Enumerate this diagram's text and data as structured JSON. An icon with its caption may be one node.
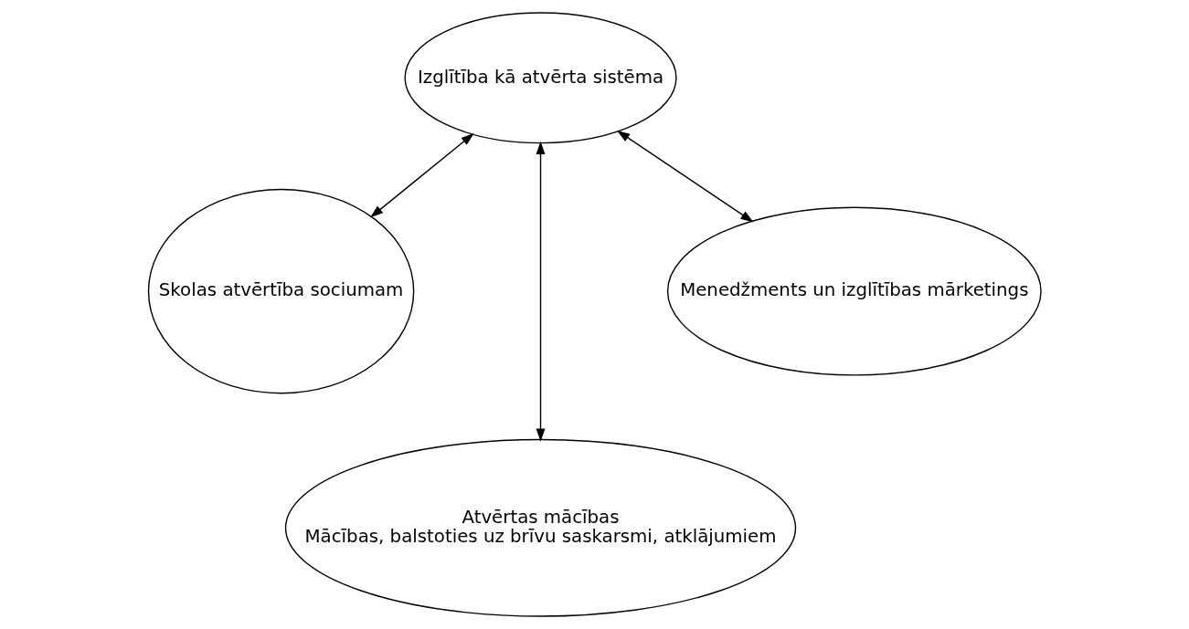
{
  "diagram": {
    "nodes": [
      {
        "text": [
          "Izglītība kā atvērta sistēma"
        ]
      },
      {
        "text": [
          "Skolas atvērtība sociumam"
        ]
      },
      {
        "text": [
          "Menedžments un izglītības mārketings"
        ]
      },
      {
        "text": [
          "Atvērtas mācības",
          "Mācības, balstoties uz brīvu saskarsmi, atklājumiem"
        ]
      }
    ],
    "edges": [
      {
        "from": 0,
        "to": 1,
        "arrow": "both"
      },
      {
        "from": 0,
        "to": 3,
        "arrow": "both"
      },
      {
        "from": 0,
        "to": 2,
        "arrow": "both"
      }
    ]
  }
}
